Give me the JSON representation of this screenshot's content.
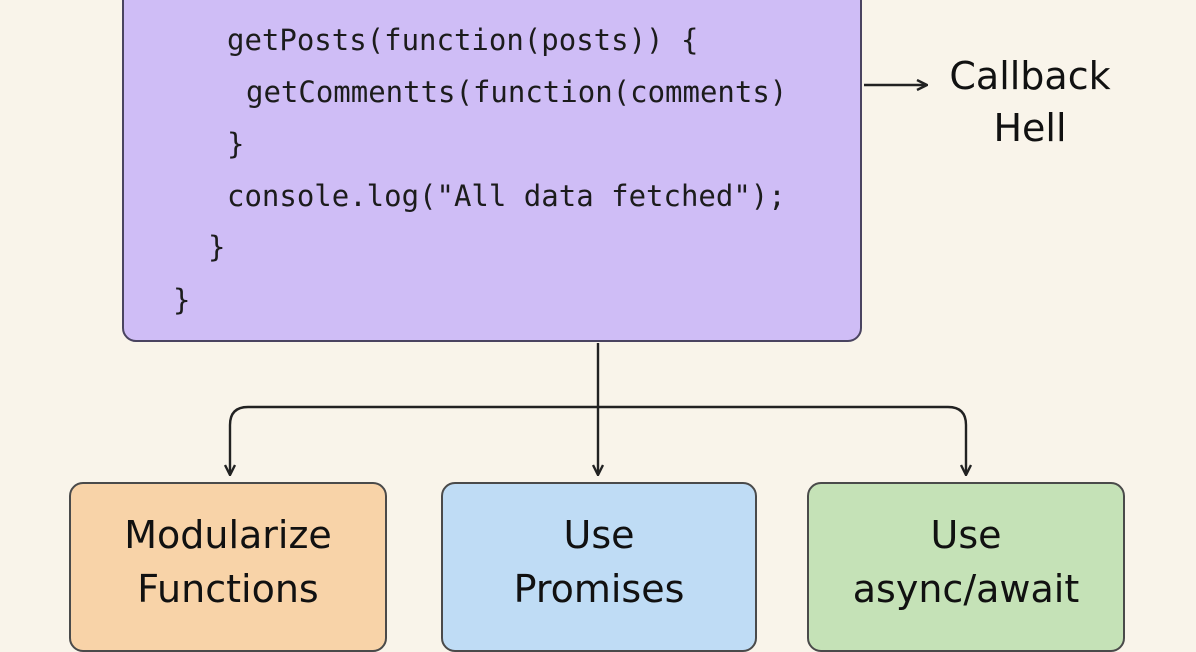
{
  "code_lines": [
    "getPosts(function(posts)) {",
    "getCommentts(function(comments)",
    "}",
    "console.log(\"All data fetched\");",
    "}",
    "}"
  ],
  "callback_label": {
    "line1": "Callback",
    "line2": "Hell"
  },
  "solutions": [
    {
      "line1": "Modularize",
      "line2": "Functions",
      "color": "#f8d3a8"
    },
    {
      "line1": "Use",
      "line2": "Promises",
      "color": "#bfdcf5"
    },
    {
      "line1": "Use",
      "line2": "async/await",
      "color": "#c5e2b7"
    }
  ],
  "colors": {
    "background": "#f9f4ea",
    "code_box": "#cfbdf6",
    "stroke": "#222222"
  }
}
